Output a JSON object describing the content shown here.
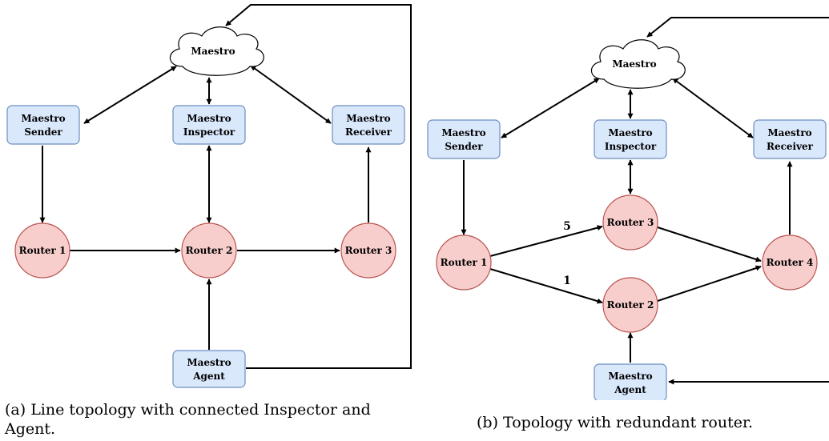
{
  "panel_a": {
    "maestro": "Maestro",
    "sender": [
      "Maestro",
      "Sender"
    ],
    "inspector": [
      "Maestro",
      "Inspector"
    ],
    "receiver": [
      "Maestro",
      "Receiver"
    ],
    "agent": [
      "Maestro",
      "Agent"
    ],
    "router1": "Router 1",
    "router2": "Router 2",
    "router3": "Router 3",
    "caption": "(a) Line topology with connected Inspector and Agent."
  },
  "panel_b": {
    "maestro": "Maestro",
    "sender": [
      "Maestro",
      "Sender"
    ],
    "inspector": [
      "Maestro",
      "Inspector"
    ],
    "receiver": [
      "Maestro",
      "Receiver"
    ],
    "agent": [
      "Maestro",
      "Agent"
    ],
    "router1": "Router 1",
    "router2": "Router 2",
    "router3": "Router 3",
    "router4": "Router 4",
    "weight_to_router3": "5",
    "weight_to_router2": "1",
    "caption": "(b) Topology with redundant router."
  },
  "colors": {
    "box_fill": "#dae8fc",
    "box_stroke": "#6c8ebf",
    "router_fill": "#f8cecc",
    "router_stroke": "#b85450"
  }
}
